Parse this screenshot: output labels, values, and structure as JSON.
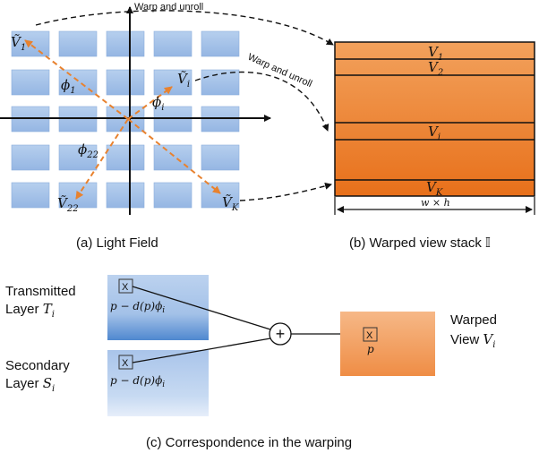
{
  "light_field": {
    "caption": "(a) Light Field",
    "view_first": "Ṽ",
    "view_first_sub": "1",
    "view_i": "Ṽ",
    "view_i_sub": "i",
    "view_22": "Ṽ",
    "view_22_sub": "22",
    "view_K": "Ṽ",
    "view_K_sub": "K",
    "phi_1": "ϕ",
    "phi_1_sub": "1",
    "phi_i": "ϕ",
    "phi_i_sub": "i",
    "phi_22": "ϕ",
    "phi_22_sub": "22"
  },
  "arrows": {
    "top_label": "Warp and unroll",
    "mid_label": "Warp and unroll"
  },
  "stack": {
    "caption": "(b) Warped view stack 𝕀",
    "row_1": "V",
    "row_1_sub": "1",
    "row_2": "V",
    "row_2_sub": "2",
    "row_i": "V",
    "row_i_sub": "i",
    "row_K": "V",
    "row_K_sub": "K",
    "dimension": "w × h",
    "fill_top": "#f2a15c",
    "fill_bottom": "#e8701a"
  },
  "warping": {
    "caption": "(c) Correspondence in the warping",
    "transmitted_line1": "Transmitted",
    "transmitted_line2": "Layer ",
    "transmitted_sym": "T",
    "transmitted_sub": "i",
    "secondary_line1": "Secondary",
    "secondary_line2": "Layer ",
    "secondary_sym": "S",
    "secondary_sub": "i",
    "marker": "X",
    "formula_1": "p − d(p)ϕ",
    "formula_1_sub": "i",
    "formula_2": "p − d(p)ϕ",
    "formula_2_sub": "i",
    "plus": "+",
    "output_p": "p",
    "warped_line1": "Warped",
    "warped_line2": "View ",
    "warped_sym": "V",
    "warped_sub": "i"
  }
}
